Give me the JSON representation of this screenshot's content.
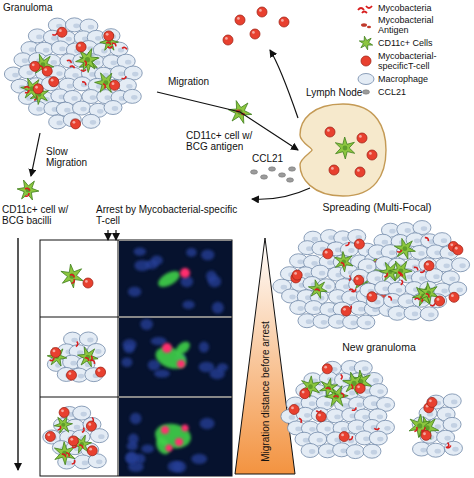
{
  "diagram": {
    "nodes": [
      {
        "text": [
          "Granuloma"
        ]
      },
      {
        "text": [
          "Lymph Node"
        ]
      },
      {
        "text": [
          "Spreading (Multi-Focal)"
        ]
      },
      {
        "text": [
          "New granuloma"
        ]
      }
    ],
    "edges": [
      {
        "from": 0,
        "to": 1,
        "arrow": "to",
        "label": "Migration"
      }
    ],
    "labels": [
      "CD11c+ cell w/ BCG antigen",
      "CCL21",
      "Slow Migration",
      "CD11c+ cell w/ BCG bacilli",
      "Arrest by Mycobacterial-specific T-cell",
      "Migration distance before arrest"
    ],
    "legend": [
      {
        "text": "Mycobacteria"
      },
      {
        "text": "Mycobacterial Antigen"
      },
      {
        "text": "CD11c+ Cells"
      },
      {
        "text": "Mycobacterial-specificT-cell"
      },
      {
        "text": "Macrophage"
      },
      {
        "text": "CCL21"
      }
    ]
  }
}
